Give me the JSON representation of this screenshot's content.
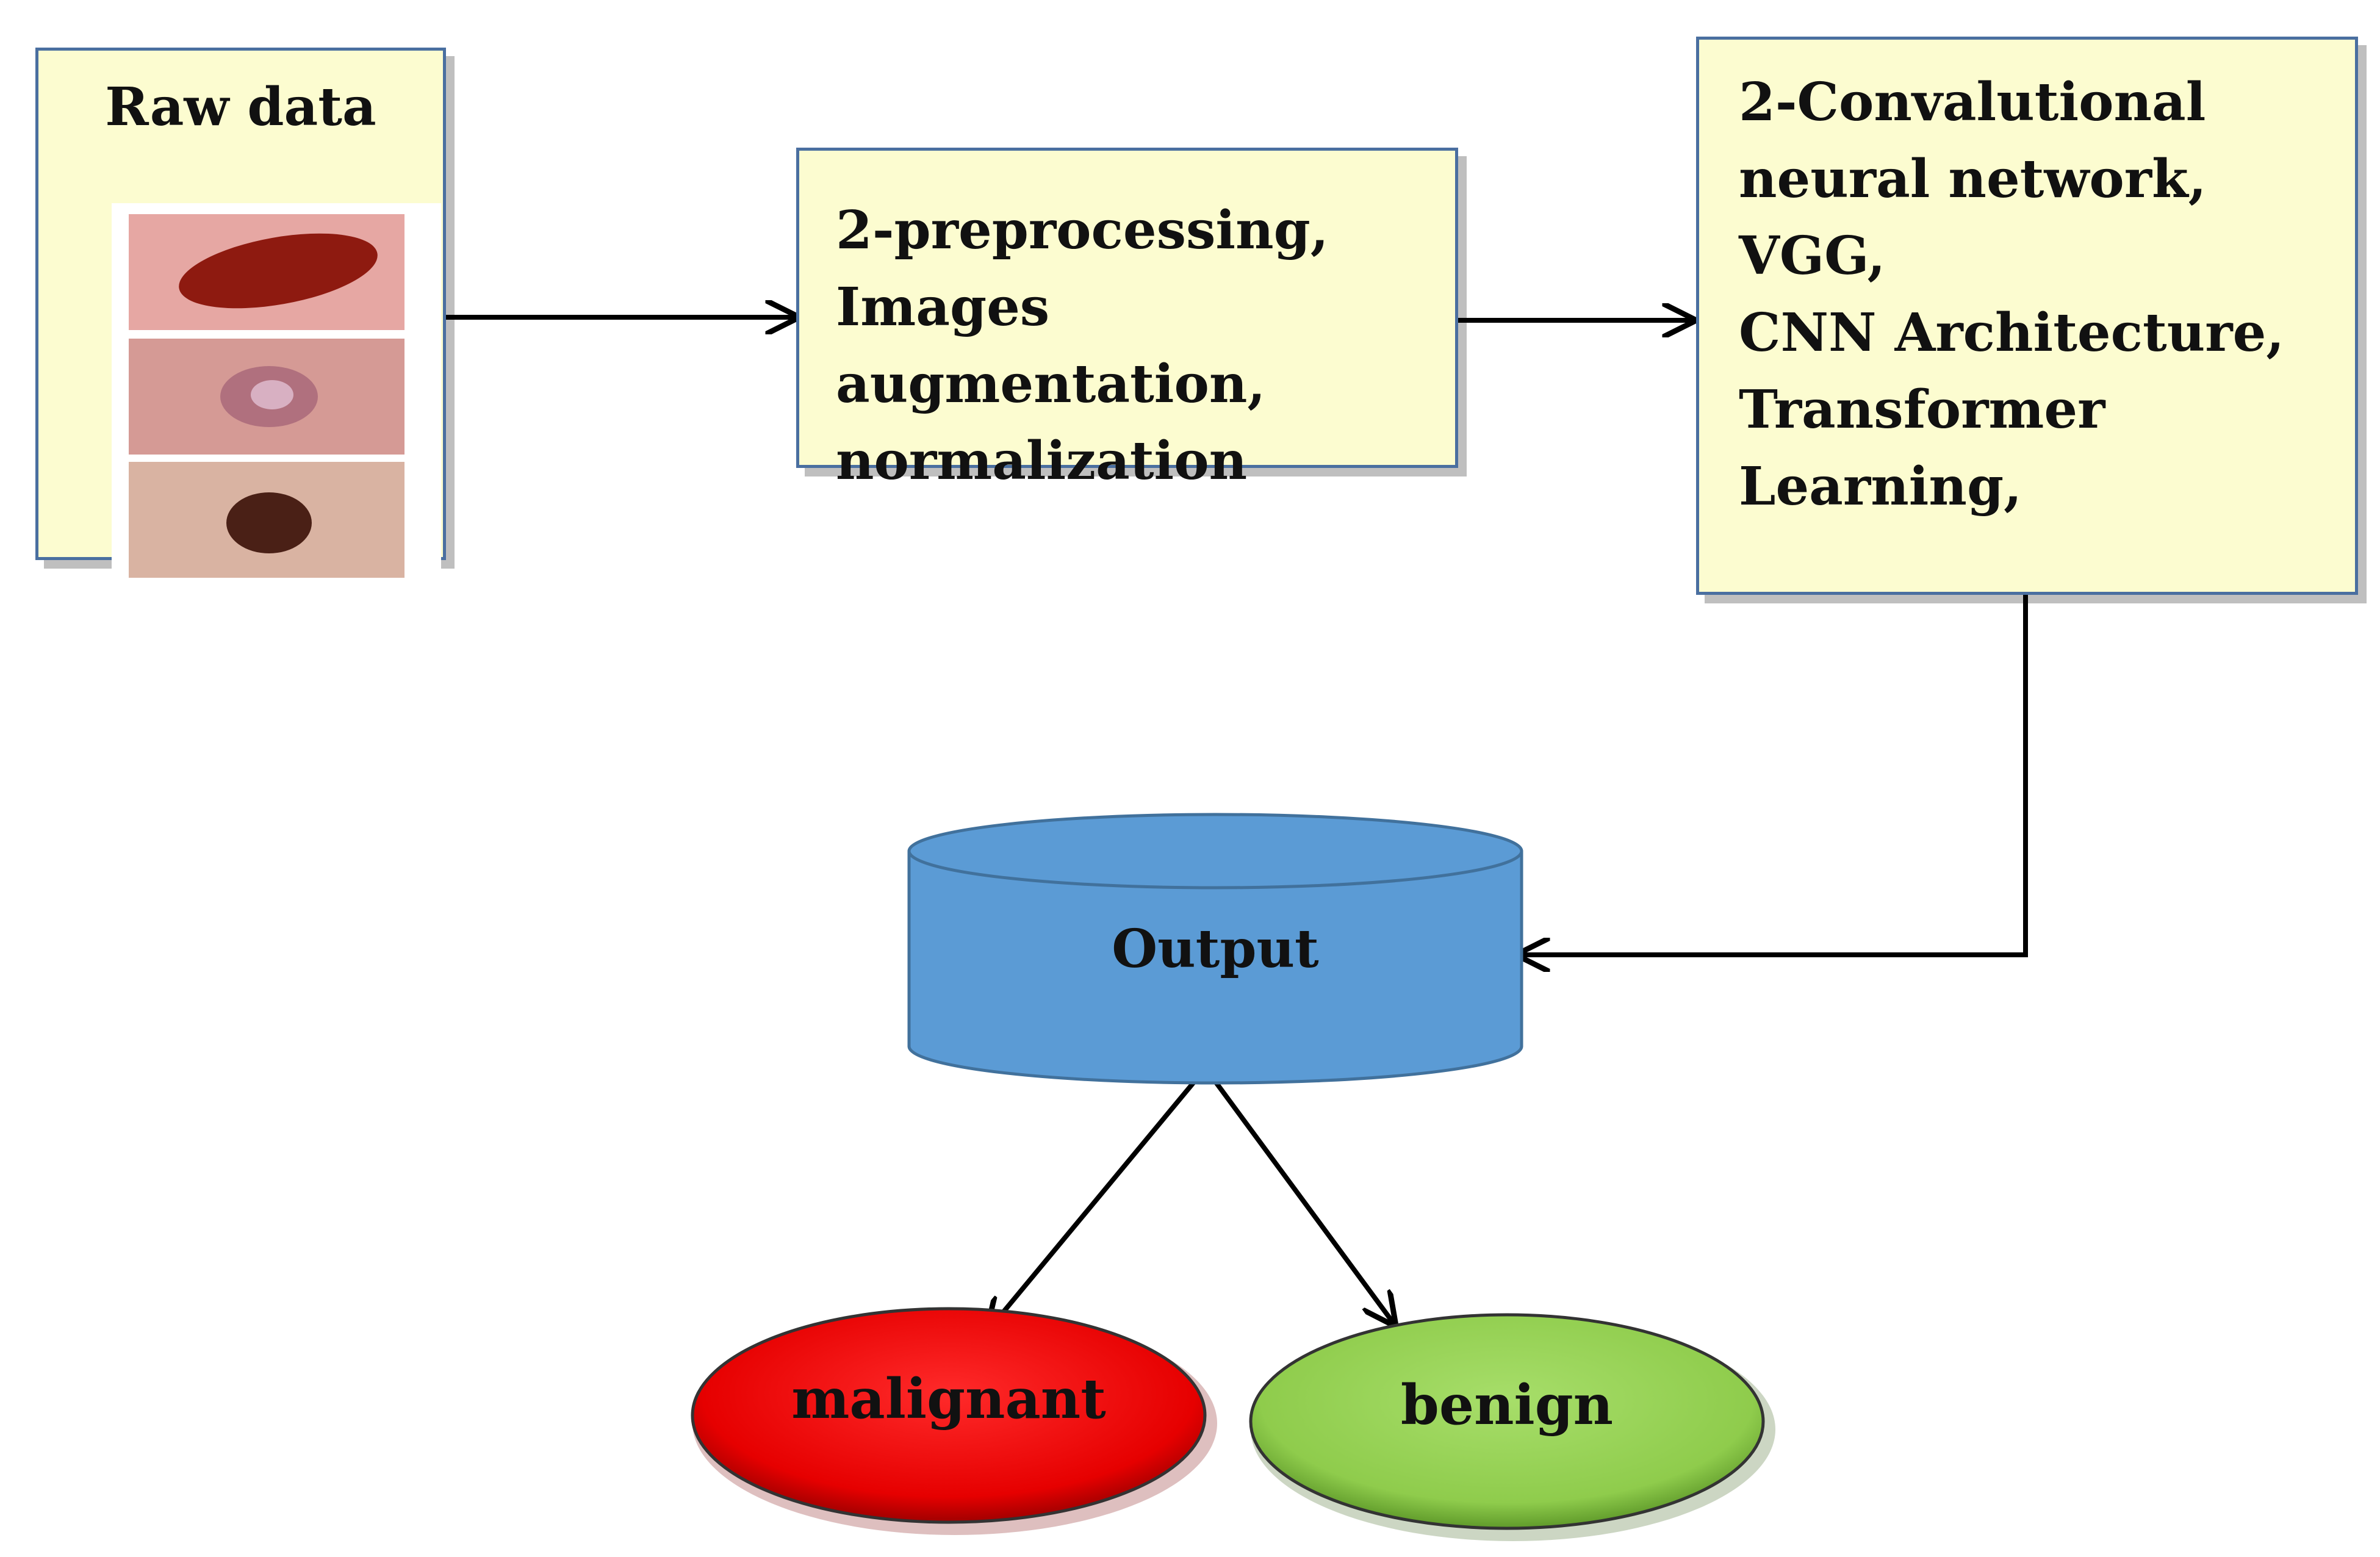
{
  "nodes": {
    "raw_data": {
      "label": "Raw data"
    },
    "preprocessing": {
      "lines": [
        "2-preprocessing,",
        "Images augmentation,",
        "normalization"
      ]
    },
    "models": {
      "lines": [
        "2-Convalutional",
        "neural network,",
        "VGG,",
        "CNN Architecture,",
        "Transformer",
        "Learning,"
      ]
    },
    "output": {
      "label": "Output"
    },
    "malignant": {
      "label": "malignant"
    },
    "benign": {
      "label": "benign"
    }
  },
  "colors": {
    "box_fill": "#fcfcd0",
    "box_border": "#4a6fa0",
    "output_fill": "#5b9bd5",
    "malignant_fill": "#ee0000",
    "benign_fill": "#92d050",
    "arrow": "#000000"
  }
}
